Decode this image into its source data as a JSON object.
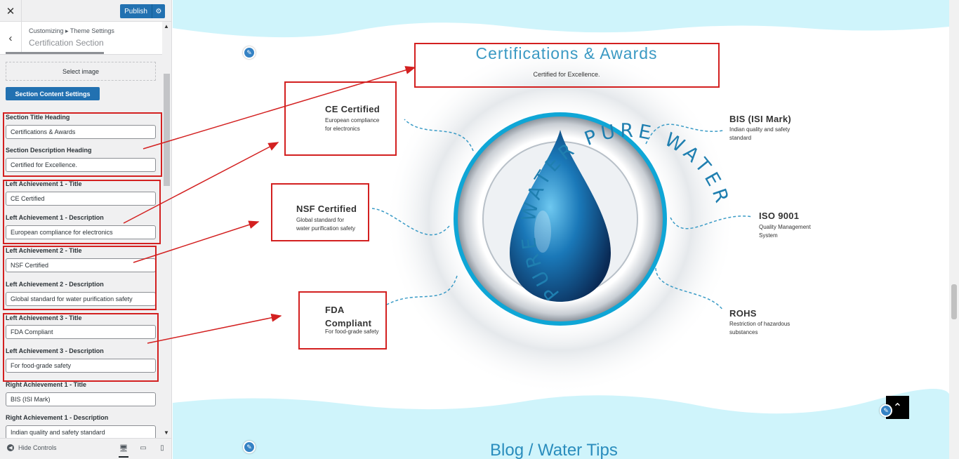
{
  "sidebar": {
    "close_glyph": "✕",
    "publish_label": "Publish",
    "settings_icon": "gear-icon",
    "back_glyph": "‹",
    "breadcrumb": "Customizing ▸ Theme Settings",
    "section_title": "Certification Section",
    "select_image_label": "Select image",
    "section_content_button": "Section Content Settings",
    "fields": [
      {
        "label": "Section Title Heading",
        "value": "Certifications & Awards"
      },
      {
        "label": "Section Description Heading",
        "value": "Certified for Excellence."
      },
      {
        "label": "Left Achievement 1 - Title",
        "value": "CE Certified"
      },
      {
        "label": "Left Achievement 1 - Description",
        "value": "European compliance for electronics"
      },
      {
        "label": "Left Achievement 2 - Title",
        "value": "NSF Certified"
      },
      {
        "label": "Left Achievement 2 - Description",
        "value": "Global standard for water purification safety"
      },
      {
        "label": "Left Achievement 3 - Title",
        "value": "FDA Compliant"
      },
      {
        "label": "Left Achievement 3 - Description",
        "value": "For food-grade safety"
      },
      {
        "label": "Right Achievement 1 - Title",
        "value": "BIS (ISI Mark)"
      },
      {
        "label": "Right Achievement 1 - Description",
        "value": "Indian quality and safety standard"
      }
    ],
    "footer": {
      "hide_controls": "Hide Controls"
    }
  },
  "preview": {
    "section_heading": "Certifications & Awards",
    "section_subheading": "Certified for Excellence.",
    "emblem_text": "PURE WATER",
    "left": [
      {
        "title": "CE Certified",
        "desc": "European compliance for electronics",
        "desc1": "European compliance",
        "desc2": "for electronics"
      },
      {
        "title": "NSF Certified",
        "desc1": "Global standard for",
        "desc2": "water purification safety"
      },
      {
        "title1": "FDA",
        "title2": "Compliant",
        "desc1": "For food-grade safety"
      }
    ],
    "right": [
      {
        "title": "BIS (ISI Mark)",
        "desc1": "Indian quality and safety",
        "desc2": "standard"
      },
      {
        "title": "ISO 9001",
        "desc1": "Quality Management",
        "desc2": "System"
      },
      {
        "title": "ROHS",
        "desc1": "Restriction of hazardous",
        "desc2": "substances"
      }
    ],
    "next_section_heading": "Blog / Water Tips",
    "colors": {
      "accent": "#2271b1",
      "heading": "#3a99c3",
      "wave": "#cff4fb",
      "annotation": "#d32020"
    }
  }
}
